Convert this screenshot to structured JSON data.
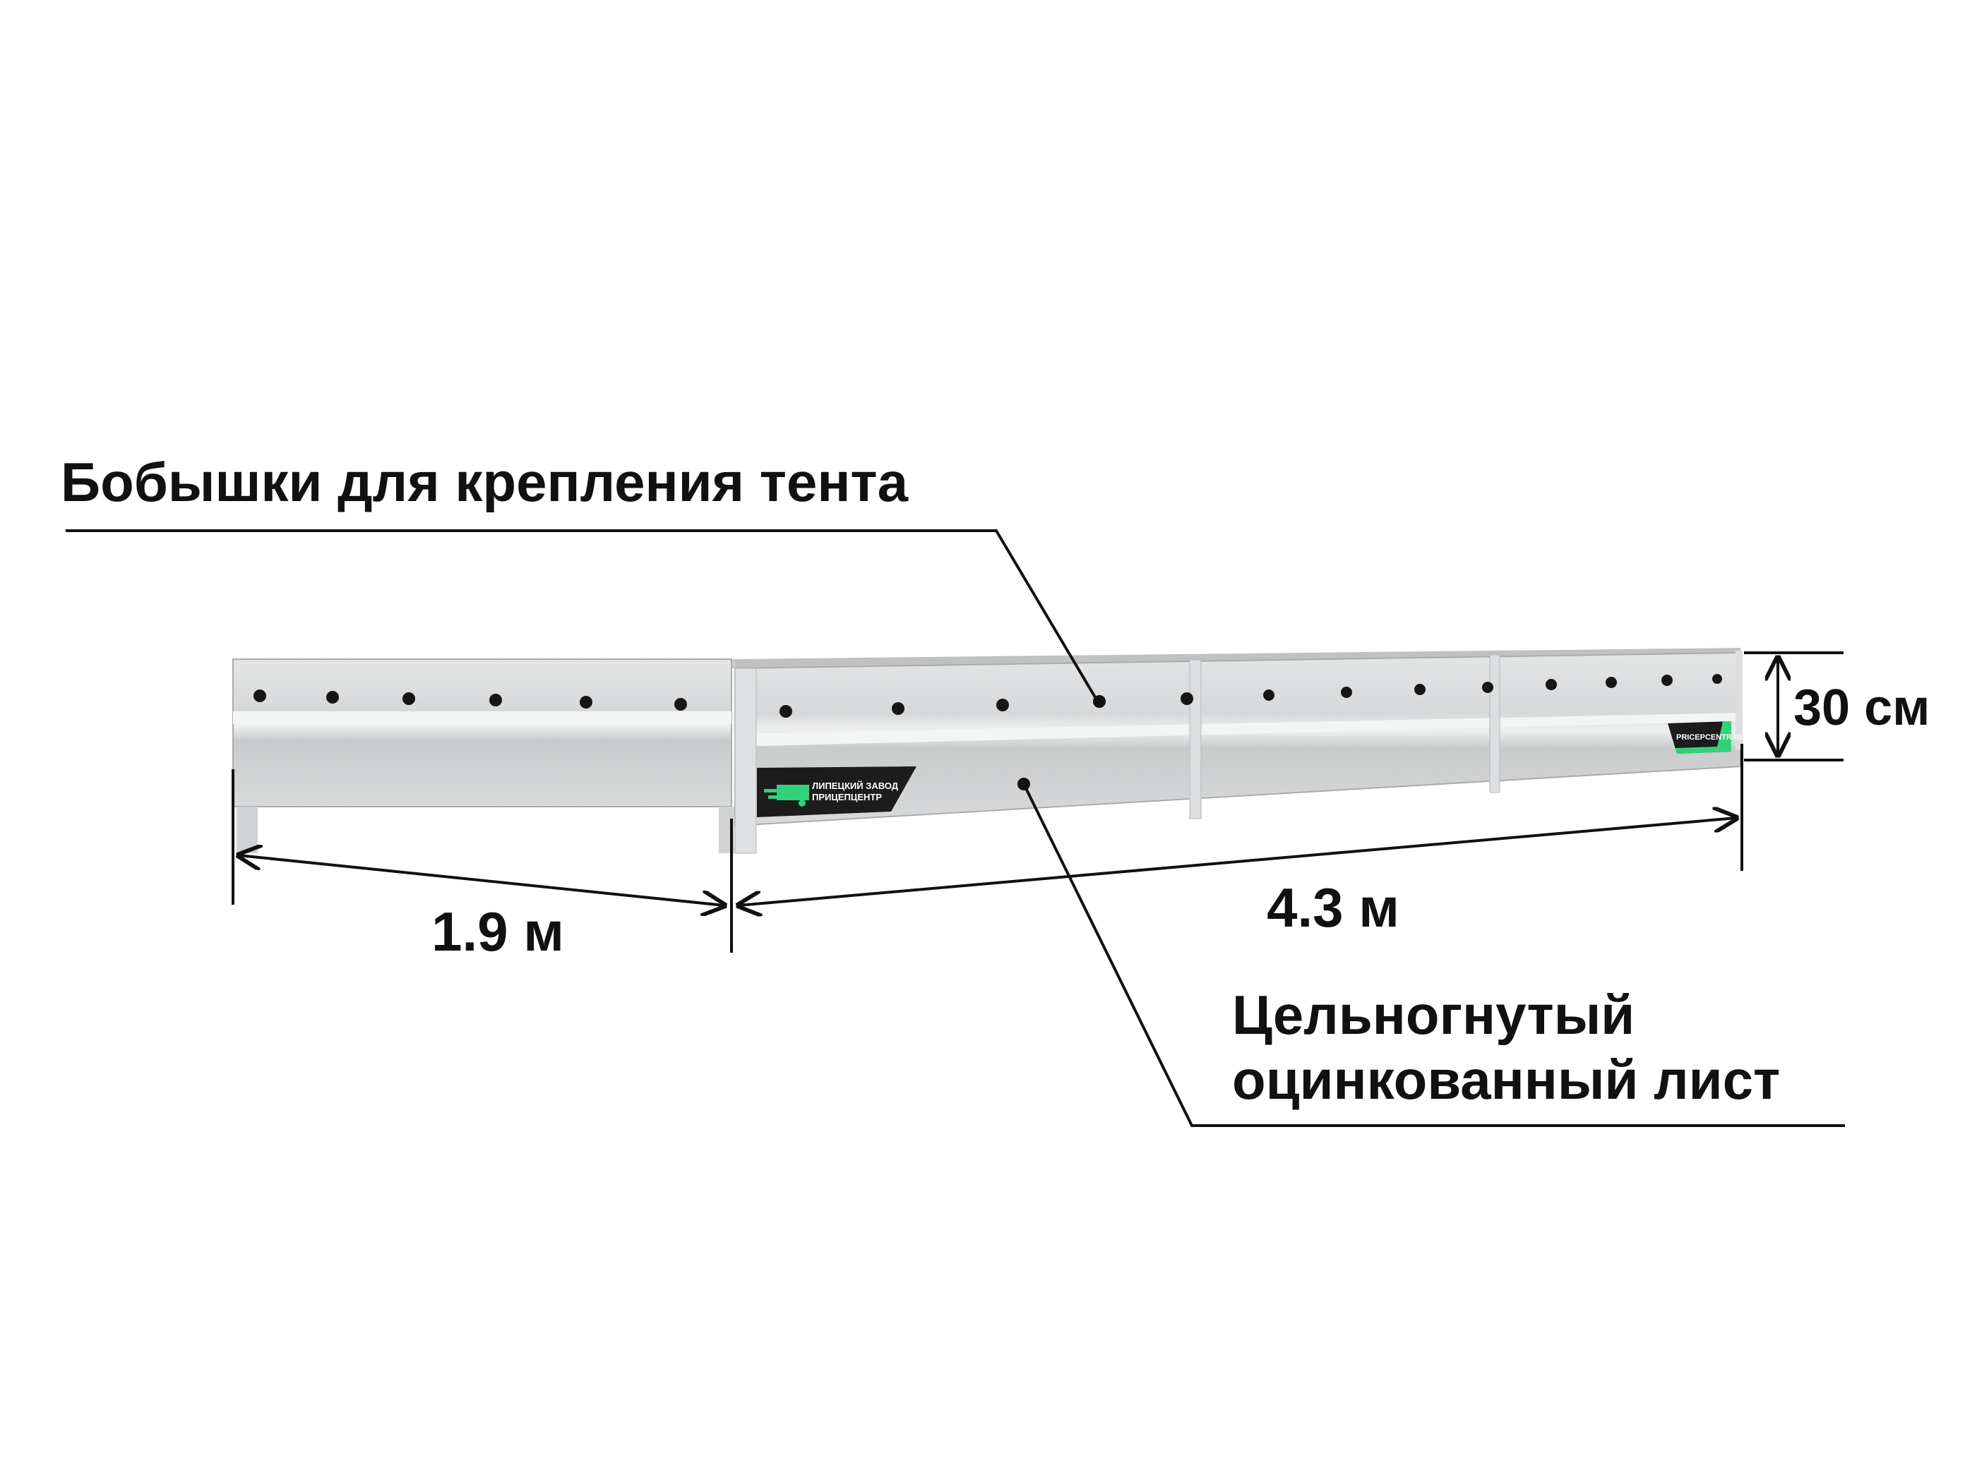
{
  "callouts": {
    "bosses": "Бобышки для крепления тента",
    "sheet_line1": "Цельногнутый",
    "sheet_line2": "оцинкованный лист"
  },
  "dimensions": {
    "width": "1.9 м",
    "length": "4.3 м",
    "height": "30 см"
  },
  "stickers": {
    "logo_line1": "ЛИПЕЦКИЙ ЗАВОД",
    "logo_line2": "ПРИЦЕПЦЕНТР",
    "site": "PRICEPCENTR.RU"
  },
  "colors": {
    "metal": "#d9dbdc",
    "sticker_bg": "#1c1c1c",
    "brand_green": "#33d17a"
  }
}
